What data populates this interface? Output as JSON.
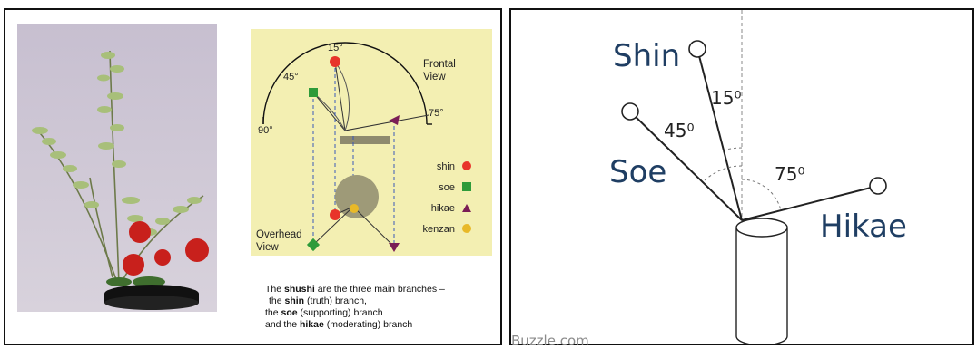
{
  "left": {
    "diagram": {
      "angle_15": "15°",
      "angle_45": "45°",
      "angle_90": "90°",
      "angle_75": "75°",
      "frontal_view_line1": "Frontal",
      "frontal_view_line2": "View",
      "overhead_view_line1": "Overhead",
      "overhead_view_line2": "View",
      "legend": [
        {
          "label": "shin",
          "color": "#e8342a",
          "shape": "circle"
        },
        {
          "label": "soe",
          "color": "#2e9b3a",
          "shape": "square"
        },
        {
          "label": "hikae",
          "color": "#7a1d56",
          "shape": "triangle"
        },
        {
          "label": "kenzan",
          "color": "#e8b928",
          "shape": "circle"
        }
      ]
    },
    "caption": {
      "line1_a": "The ",
      "line1_b": "shushi",
      "line1_c": " are the three main branches –",
      "line2_a": " the ",
      "line2_b": "shin",
      "line2_c": " (truth) branch,",
      "line3_a": "the ",
      "line3_b": "soe",
      "line3_c": " (supporting) branch",
      "line4_a": "and the ",
      "line4_b": "hikae",
      "line4_c": " (moderating) branch"
    }
  },
  "right": {
    "shin": "Shin",
    "soe": "Soe",
    "hikae": "Hikae",
    "angle_15": "15⁰",
    "angle_45": "45⁰",
    "angle_75": "75⁰",
    "watermark": "Buzzle.com"
  },
  "colors": {
    "card_bg": "#f3efb2",
    "shin": "#e8342a",
    "soe": "#2e9b3a",
    "hikae": "#7a1d56",
    "kenzan": "#e8b928",
    "label_blue": "#1f3e63"
  }
}
